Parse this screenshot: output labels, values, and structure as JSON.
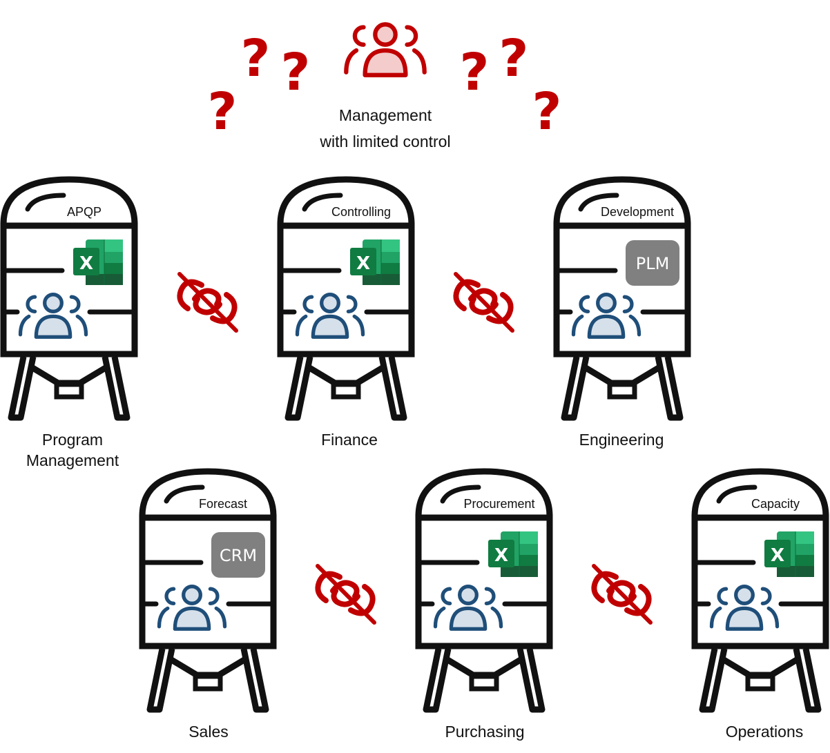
{
  "colors": {
    "outline": "#111111",
    "warning": "#c00000",
    "manager_fill": "#f4cccc",
    "user_stroke": "#1f4e79",
    "user_fill": "#d6e0ea",
    "excel_dark": "#107c41",
    "excel_mid": "#21a366",
    "excel_light": "#33c481",
    "excel_deep": "#185c37",
    "tool_box": "#808080"
  },
  "management": {
    "icon": "user-group-icon",
    "line1": "Management",
    "line2": "with limited control",
    "question_mark": "?"
  },
  "silos": [
    {
      "title": "APQP",
      "tool": "excel",
      "tool_label": "X",
      "department": [
        "Program",
        "Management"
      ]
    },
    {
      "title": "Controlling",
      "tool": "excel",
      "tool_label": "X",
      "department": [
        "Finance"
      ]
    },
    {
      "title": "Development",
      "tool": "box",
      "tool_label": "PLM",
      "department": [
        "Engineering"
      ]
    },
    {
      "title": "Forecast",
      "tool": "box",
      "tool_label": "CRM",
      "department": [
        "Sales"
      ]
    },
    {
      "title": "Procurement",
      "tool": "excel",
      "tool_label": "X",
      "department": [
        "Purchasing"
      ]
    },
    {
      "title": "Capacity",
      "tool": "excel",
      "tool_label": "X",
      "department": [
        "Operations"
      ]
    }
  ],
  "connectors": {
    "icon": "broken-link-icon"
  }
}
